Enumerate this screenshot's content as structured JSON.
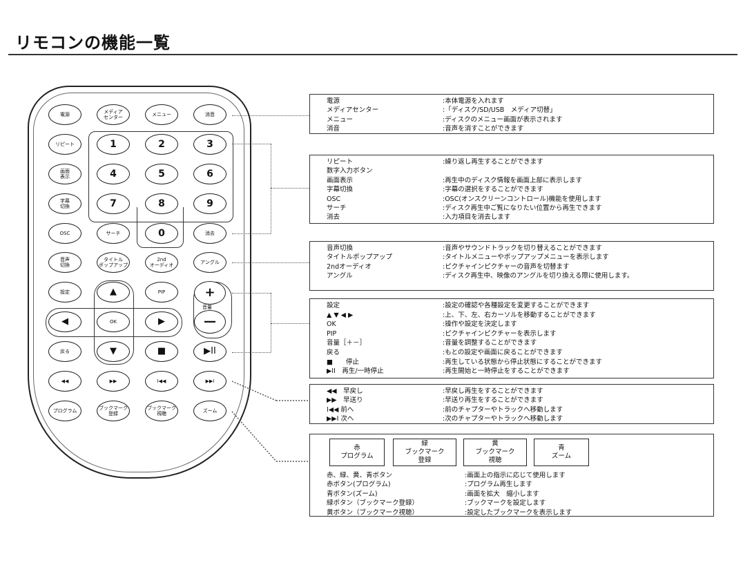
{
  "title": "リモコンの機能一覧",
  "remote": {
    "buttons": [
      {
        "id": "power",
        "label": "電源"
      },
      {
        "id": "media",
        "label": "メディア\nセンター"
      },
      {
        "id": "menu",
        "label": "メニュー"
      },
      {
        "id": "mute",
        "label": "消音"
      },
      {
        "id": "repeat",
        "label": "リピート"
      },
      {
        "id": "n1",
        "label": "1"
      },
      {
        "id": "n2",
        "label": "2"
      },
      {
        "id": "n3",
        "label": "3"
      },
      {
        "id": "display",
        "label": "画面\n表示"
      },
      {
        "id": "n4",
        "label": "4"
      },
      {
        "id": "n5",
        "label": "5"
      },
      {
        "id": "n6",
        "label": "6"
      },
      {
        "id": "subtitle",
        "label": "字幕\n切換"
      },
      {
        "id": "n7",
        "label": "7"
      },
      {
        "id": "n8",
        "label": "8"
      },
      {
        "id": "n9",
        "label": "9"
      },
      {
        "id": "osc",
        "label": "OSC"
      },
      {
        "id": "search",
        "label": "サーチ"
      },
      {
        "id": "n0",
        "label": "0"
      },
      {
        "id": "clear",
        "label": "消去"
      },
      {
        "id": "audio",
        "label": "音声\n切換"
      },
      {
        "id": "title",
        "label": "タイトル\nポップアップ"
      },
      {
        "id": "audio2",
        "label": "2nd\nオーディオ"
      },
      {
        "id": "angle",
        "label": "アングル"
      },
      {
        "id": "setup",
        "label": "設定"
      },
      {
        "id": "up",
        "label": "▲"
      },
      {
        "id": "pip",
        "label": "PIP"
      },
      {
        "id": "volup",
        "label": "+"
      },
      {
        "id": "left",
        "label": "◀"
      },
      {
        "id": "ok",
        "label": "OK"
      },
      {
        "id": "right",
        "label": "▶"
      },
      {
        "id": "voldown",
        "label": "—"
      },
      {
        "id": "back",
        "label": "戻る"
      },
      {
        "id": "down",
        "label": "▼"
      },
      {
        "id": "stop",
        "label": "■"
      },
      {
        "id": "playpause",
        "label": "▶II"
      },
      {
        "id": "rew",
        "label": "◀◀"
      },
      {
        "id": "ff",
        "label": "▶▶"
      },
      {
        "id": "prev",
        "label": "I◀◀"
      },
      {
        "id": "next",
        "label": "▶▶I"
      },
      {
        "id": "program",
        "label": "プログラム"
      },
      {
        "id": "bmreg",
        "label": "ブックマーク\n登録"
      },
      {
        "id": "bmview",
        "label": "ブックマーク\n視聴"
      },
      {
        "id": "zoom",
        "label": "ズーム"
      }
    ],
    "volume_label": "音量"
  },
  "boxes": [
    {
      "rows": [
        {
          "k": "電源",
          "v": ":本体電源を入れます"
        },
        {
          "k": "メディアセンター",
          "v": ":「ディスク/SD/USB　メディア切替」"
        },
        {
          "k": "メニュー",
          "v": ":ディスクのメニュー画面が表示されます"
        },
        {
          "k": "消音",
          "v": ":音声を消すことができます"
        }
      ]
    },
    {
      "rows": [
        {
          "k": "リピート",
          "v": ":繰り返し再生することができます"
        },
        {
          "k": "数字入力ボタン",
          "v": ""
        },
        {
          "k": "画面表示",
          "v": ":再生中のディスク情報を画面上部に表示します"
        },
        {
          "k": "字幕切換",
          "v": ":字幕の選択をすることができます"
        },
        {
          "k": "OSC",
          "v": ":OSC(オンスクリーンコントロール)機能を使用します"
        },
        {
          "k": "サーチ",
          "v": ":ディスク再生中ご覧になりたい位置から再生できます"
        },
        {
          "k": "消去",
          "v": ":入力項目を消去します"
        }
      ]
    },
    {
      "rows": [
        {
          "k": "音声切換",
          "v": ":音声やサウンドトラックを切り替えることができます"
        },
        {
          "k": "タイトルポップアップ",
          "v": ":タイトルメニューやポップアップメニューを表示します"
        },
        {
          "k": "2ndオーディオ",
          "v": ":ピクチャインピクチャーの音声を切替ます"
        },
        {
          "k": "アングル",
          "v": ":ディスク再生中、映像のアングルを切り換える際に使用します。"
        }
      ]
    },
    {
      "rows": [
        {
          "k": "設定",
          "v": ":設定の確認や各種設定を変更することができます"
        },
        {
          "k": "▲ ▼ ◀ ▶",
          "v": ":上、下、左、右カーソルを移動することができます"
        },
        {
          "k": "OK",
          "v": ":操作や設定を決定します"
        },
        {
          "k": "PIP",
          "v": ":ピクチャインピクチャーを表示します"
        },
        {
          "k": "音量［＋－］",
          "v": ":音量を調整することができます"
        },
        {
          "k": "戻る",
          "v": ":もとの設定や画面に戻ることができます"
        },
        {
          "k": "■　　停止",
          "v": ":再生している状態から停止状態にすることができます"
        },
        {
          "k": "▶II　再生/一時停止",
          "v": ":再生開始と一時停止をすることができます"
        }
      ]
    },
    {
      "rows": [
        {
          "k": "◀◀　早戻し",
          "v": ":早戻し再生をすることができます"
        },
        {
          "k": "▶▶　早送り",
          "v": ":早送り再生をすることができます"
        },
        {
          "k": "I◀◀ 前へ",
          "v": ":前のチャプターやトラックへ移動します"
        },
        {
          "k": "▶▶I 次へ",
          "v": ":次のチャプターやトラックへ移動します"
        }
      ]
    },
    {
      "color_keys": [
        {
          "line1": "赤",
          "line2": "プログラム"
        },
        {
          "line1": "緑",
          "line2": "ブックマーク\n登録"
        },
        {
          "line1": "黄",
          "line2": "ブックマーク\n視聴"
        },
        {
          "line1": "青",
          "line2": "ズーム"
        }
      ],
      "rows": [
        {
          "k": "赤、緑、黄、青ボタン",
          "v": ":画面上の指示に応じて使用します"
        },
        {
          "k": "赤ボタン(プログラム)",
          "v": ":プログラム再生します"
        },
        {
          "k": "青ボタン(ズーム)",
          "v": ":画面を拡大　縮小します"
        },
        {
          "k": "緑ボタン（ブックマーク登録）",
          "v": ":ブックマークを設定します"
        },
        {
          "k": "黄ボタン（ブックマーク視聴）",
          "v": ":設定したブックマークを表示します"
        }
      ]
    }
  ]
}
